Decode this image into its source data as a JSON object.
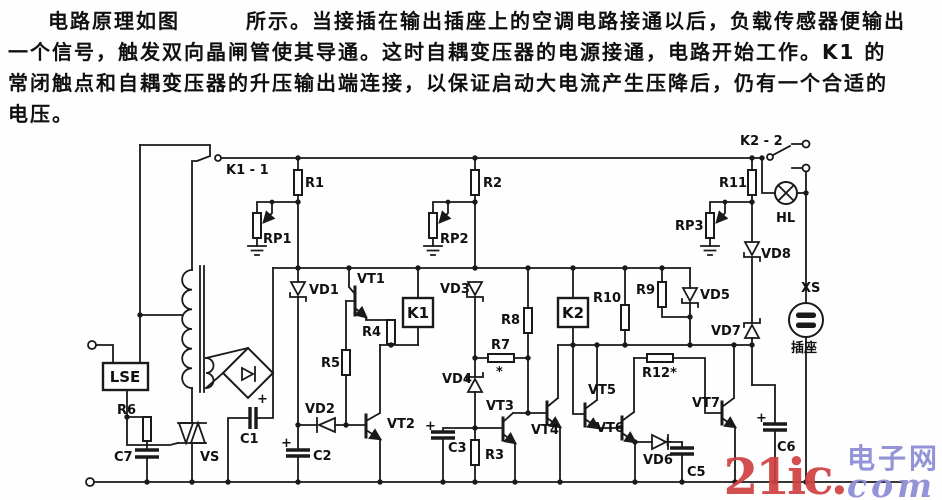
{
  "paragraph": {
    "lines": [
      "电路原理如图　　　所示。当接插在输出插座上的空调电路接通以后，负载传感器便输出",
      "一个信号，触发双向晶闸管使其导通。这时自耦变压器的电源接通，电路开始工作。K1 的",
      "常闭触点和自耦变压器的升压输出端连接，以保证启动大电流产生压降后，仍有一个合适的",
      "电压。"
    ]
  },
  "schematic": {
    "polarity": "+",
    "labels": {
      "k1_contact": "K1 - 1",
      "r1": "R1",
      "rp1": "RP1",
      "r2": "R2",
      "rp2": "RP2",
      "k2_contact": "K2 - 2",
      "r11": "R11",
      "rp3": "RP3",
      "hl": "HL",
      "vd8": "VD8",
      "vd1": "VD1",
      "vt1": "VT1",
      "k1": "K1",
      "r4": "R4",
      "r5": "R5",
      "vd3": "VD3",
      "vd4": "VD4",
      "r7": "R7",
      "r7_star": "*",
      "r8": "R8",
      "k2": "K2",
      "r10": "R10",
      "r9": "R9",
      "vd5": "VD5",
      "vd7": "VD7",
      "xs": "XS",
      "socket": "插座",
      "lse": "LSE",
      "r6": "R6",
      "c7": "C7",
      "vs": "VS",
      "c1": "C1",
      "vd2": "VD2",
      "c2": "C2",
      "vt2": "VT2",
      "c3": "C3",
      "r3": "R3",
      "vt3": "VT3",
      "vt4": "VT4",
      "vt5": "VT5",
      "vt6": "VT6",
      "vd6": "VD6",
      "c5": "C5",
      "r12": "R12*",
      "vt7": "VT7",
      "c6": "C6"
    }
  },
  "watermark": {
    "brand": "21ic.",
    "site_name": "电子网",
    "suffix": "com",
    "brand_color": "#d04040",
    "site_color": "#8e8fd6"
  },
  "colors": {
    "line": "#1a1a1a",
    "background": "#fefefe"
  }
}
